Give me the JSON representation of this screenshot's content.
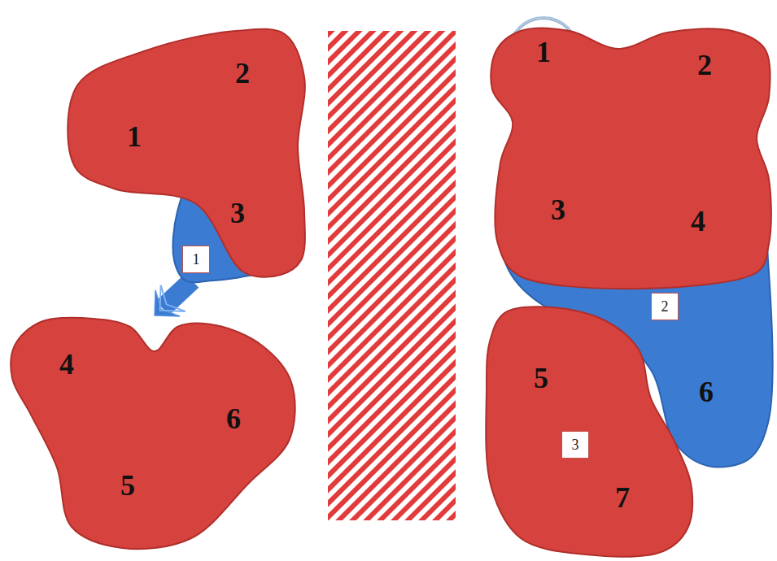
{
  "diagram": {
    "nodes": [
      {
        "text": []
      },
      {
        "text": [
          "1"
        ],
        "in": 0
      },
      {
        "text": [
          "2"
        ],
        "in": 0
      },
      {
        "text": [
          "1"
        ],
        "in": 0
      },
      {
        "text": [
          "3"
        ],
        "in": 3
      },
      {
        "text": []
      },
      {
        "text": [
          "4"
        ],
        "in": 5
      },
      {
        "text": [
          "6"
        ],
        "in": 5
      },
      {
        "text": [
          "5"
        ],
        "in": 5
      },
      {
        "text": []
      },
      {
        "text": [
          "1"
        ],
        "in": 9
      },
      {
        "text": [
          "2"
        ],
        "in": 9
      },
      {
        "text": [
          "2"
        ],
        "in": 9
      },
      {
        "text": [
          "3"
        ],
        "in": 12
      },
      {
        "text": [
          "4"
        ],
        "in": 12
      },
      {
        "text": [
          "6"
        ],
        "in": 12
      },
      {
        "text": []
      },
      {
        "text": [
          "3"
        ],
        "in": 16
      },
      {
        "text": [
          "5"
        ],
        "in": 17
      },
      {
        "text": [
          "7"
        ],
        "in": 17
      }
    ],
    "edges": [
      {
        "from": 3,
        "to": 5,
        "arrow": "to"
      }
    ]
  }
}
